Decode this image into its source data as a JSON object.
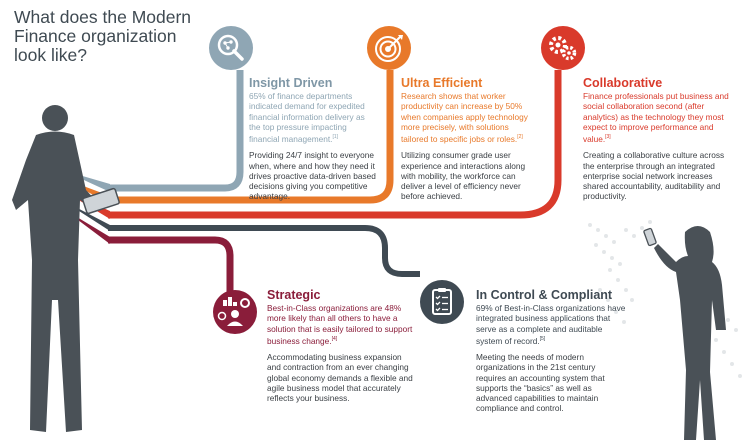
{
  "title": "What does the Modern Finance organization look like?",
  "colors": {
    "insight": "#8fa6b4",
    "efficient": "#e8792a",
    "collaborative": "#d93a2b",
    "strategic": "#8a1d3a",
    "control": "#3f4a53",
    "text": "#3a3f44"
  },
  "sections": {
    "insight": {
      "icon": "magnifier-network-icon",
      "heading": "Insight Driven",
      "stat": "65% of finance departments indicated demand for expedited financial information delivery as the top pressure impacting financial management.",
      "stat_ref": "[1]",
      "body": "Providing 24/7 insight to everyone when, where and how they need it drives proactive data-driven based decisions giving you competitive advantage."
    },
    "efficient": {
      "icon": "target-icon",
      "heading": "Ultra Efficient",
      "stat": "Research shows that worker productivity can increase by 50% when companies apply technology more precisely, with solutions tailored to specific jobs or roles.",
      "stat_ref": "[2]",
      "body": "Utilizing consumer grade user experience and interactions along with mobility, the workforce can deliver a level of efficiency never before achieved."
    },
    "collaborative": {
      "icon": "gears-icon",
      "heading": "Collaborative",
      "stat": "Finance professionals put business and social collaboration second (after analytics) as the technology they most expect to improve performance and value.",
      "stat_ref": "[3]",
      "body": "Creating a collaborative culture across the enterprise through an integrated enterprise social network increases shared accountability, auditability and productivity."
    },
    "strategic": {
      "icon": "strategist-icon",
      "heading": "Strategic",
      "stat": "Best-in-Class organizations are 48% more likely than all others to have a solution that is easily tailored to support business change.",
      "stat_ref": "[4]",
      "body": "Accommodating business expansion and contraction from an ever changing global economy demands a flexible and agile business model that accurately reflects your business."
    },
    "control": {
      "icon": "clipboard-checklist-icon",
      "heading": "In Control & Compliant",
      "stat": "69% of Best-in-Class organizations have integrated business applications that serve as a complete and auditable system of record.",
      "stat_ref": "[5]",
      "body": "Meeting the needs of modern organizations in the 21st century requires an accounting system that supports the “basics” as well as advanced capabilities to maintain compliance and control."
    }
  }
}
